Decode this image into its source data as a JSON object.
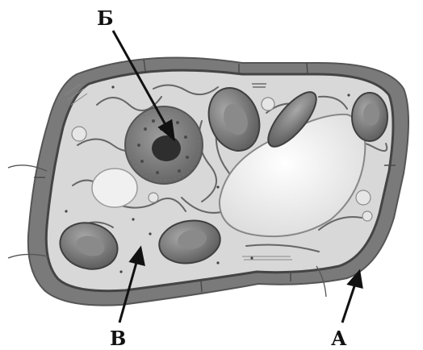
{
  "labels": {
    "nucleus": "Б",
    "cytoplasm": "В",
    "cell_wall": "А"
  },
  "colors": {
    "wall": "#7e7e7e",
    "membrane": "#545454",
    "cytoplasm": "#d9d9d9",
    "vacuole": "#f2f2f2",
    "chloroplast": "#6e6e6e",
    "nucleus": "#8a8a8a",
    "nucleolus": "#2e2e2e"
  }
}
